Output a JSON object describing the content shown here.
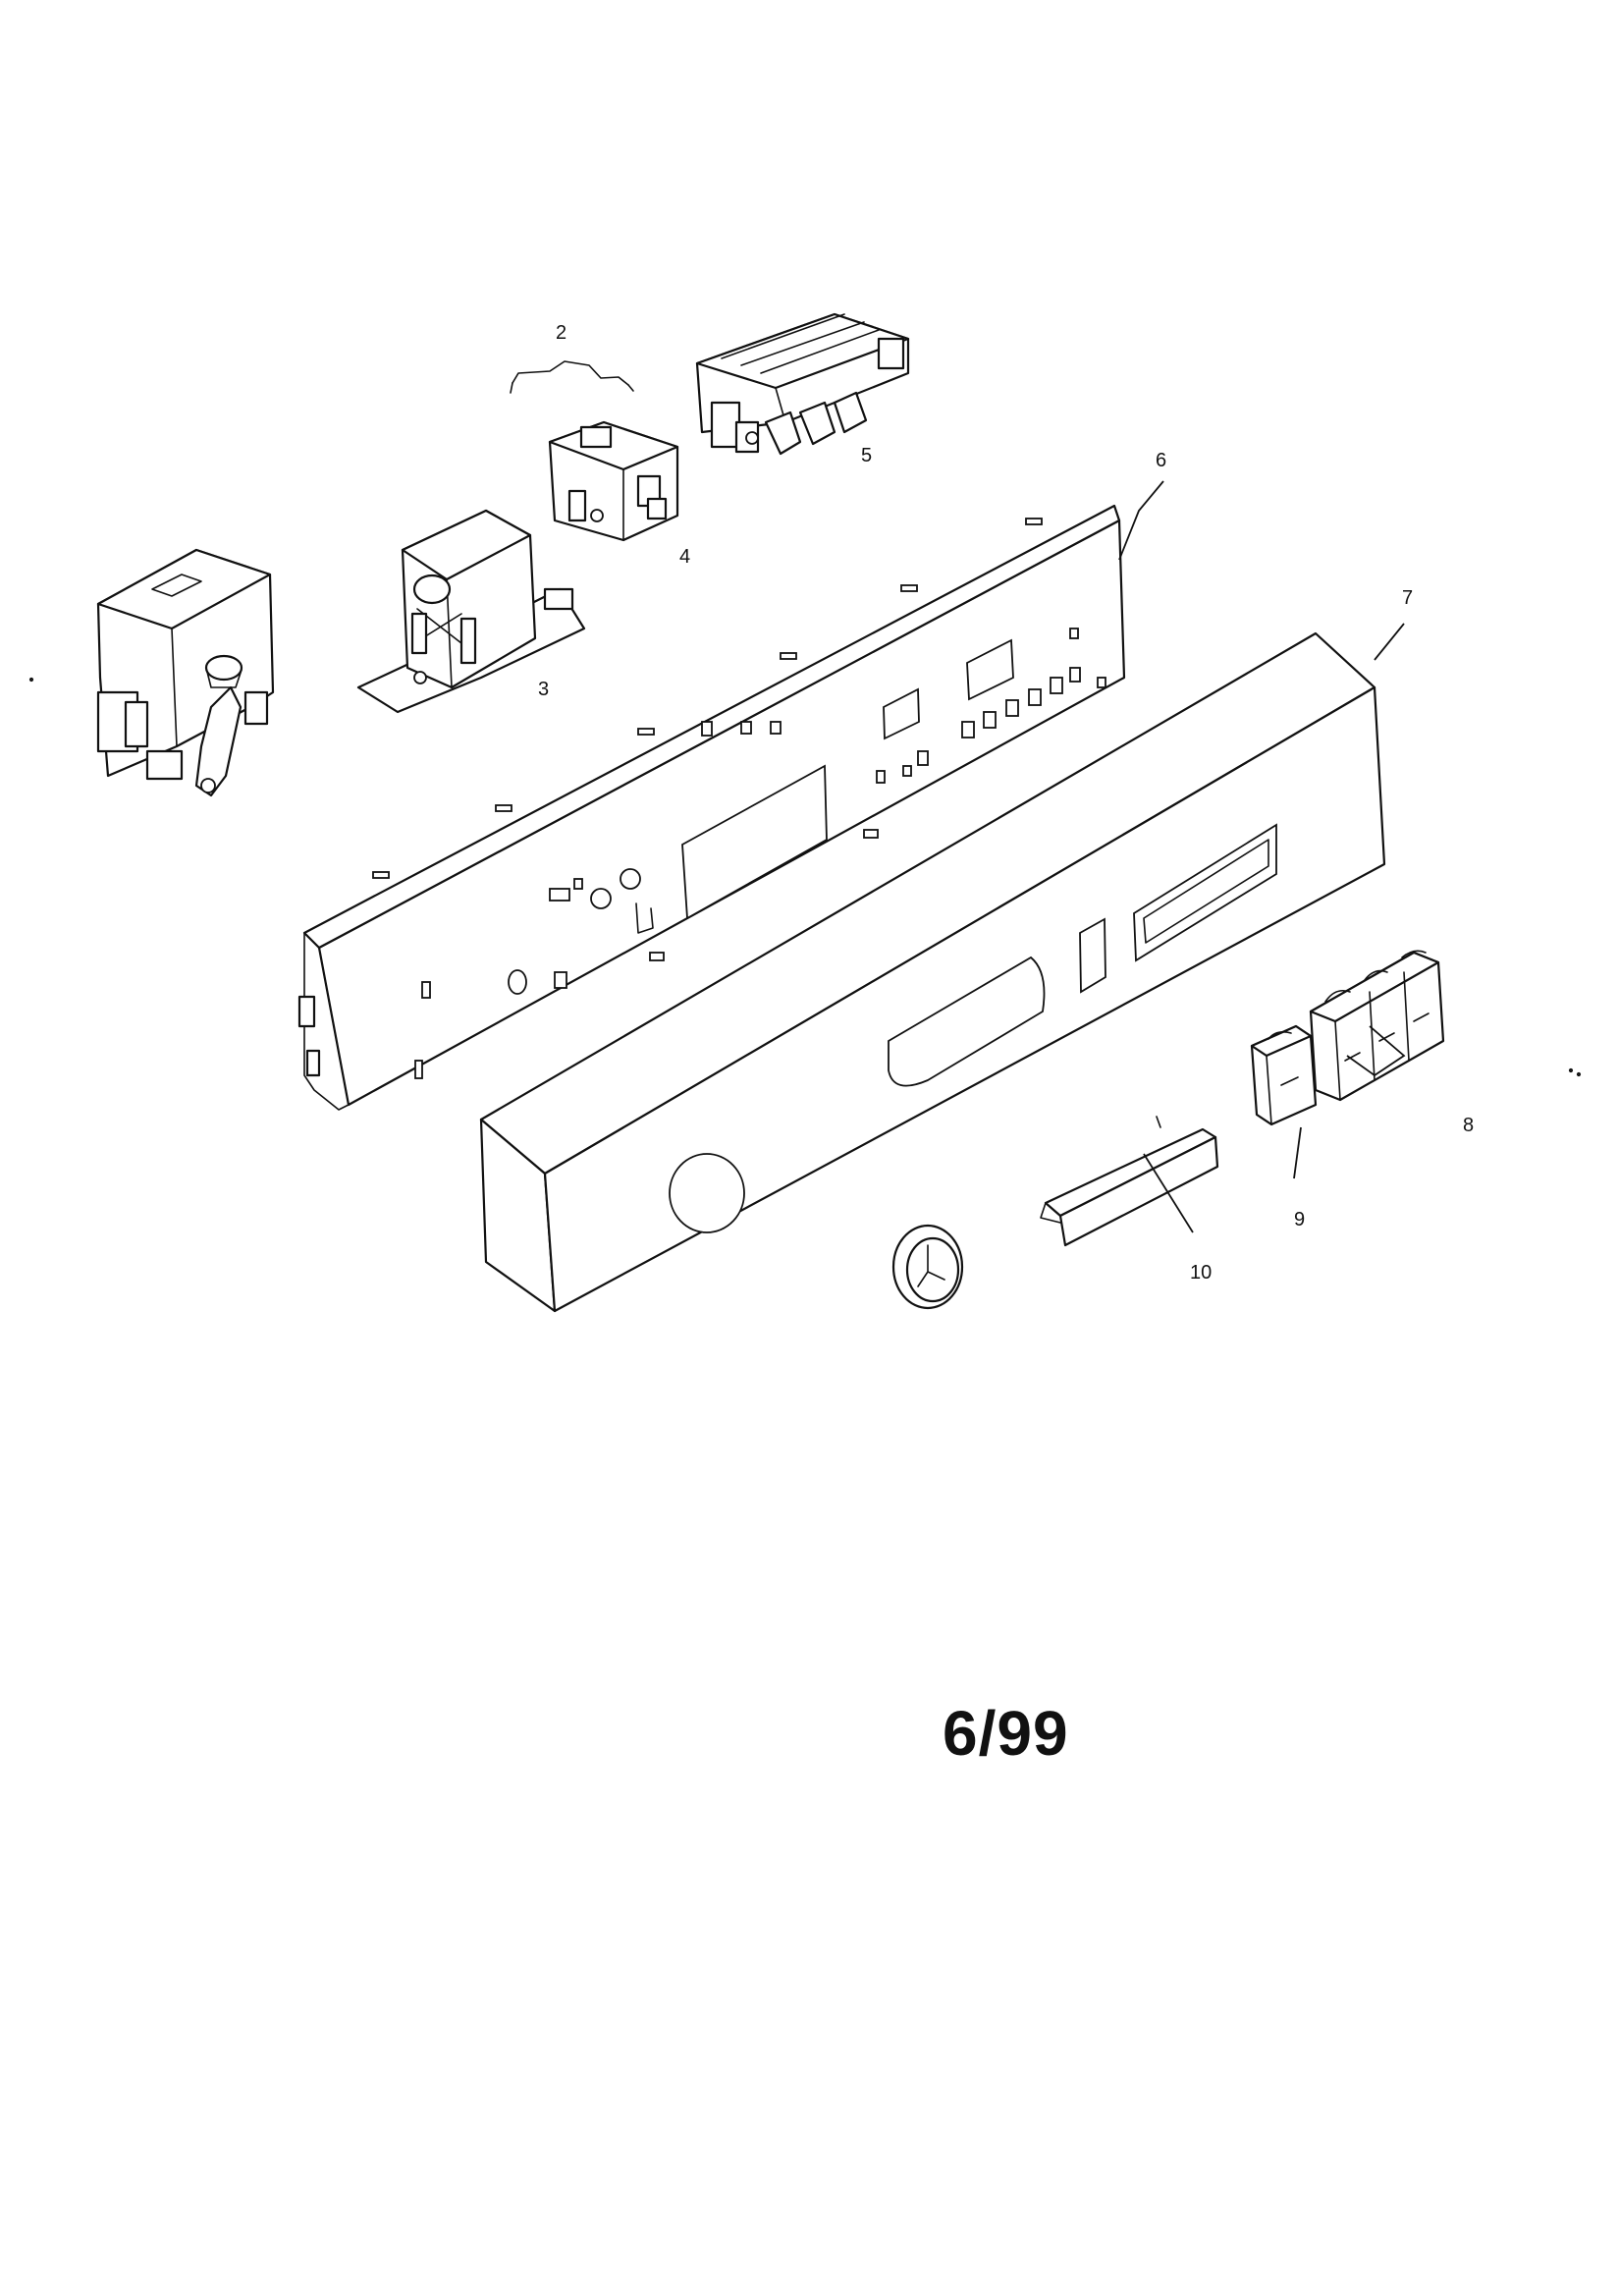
{
  "callouts": {
    "c2": "2",
    "c3": "3",
    "c4": "4",
    "c5": "5",
    "c6": "6",
    "c7": "7",
    "c8": "8",
    "c9": "9",
    "c10": "10"
  },
  "date_label": "6/99",
  "colors": {
    "line": "#111111",
    "background": "#ffffff"
  }
}
